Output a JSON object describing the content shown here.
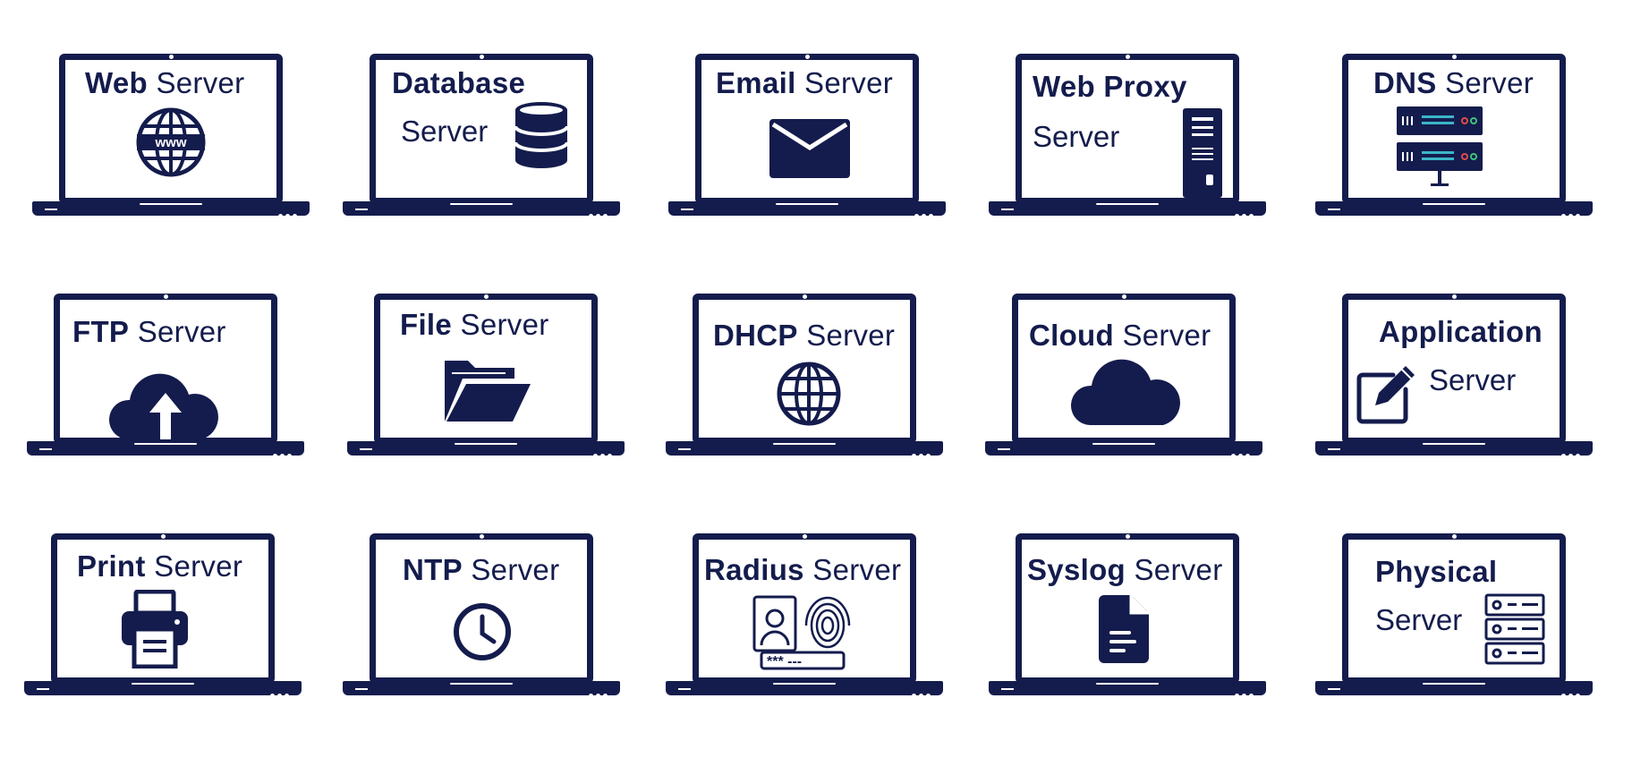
{
  "colors": {
    "primary": "#141c4d",
    "accent_teal": "#3bb6c8",
    "accent_red": "#e04a4a",
    "accent_green": "#3cc47c"
  },
  "servers": [
    {
      "bold": "Web",
      "light": "Server",
      "sub": "",
      "icon": "globe-www-icon"
    },
    {
      "bold": "Database",
      "light": "",
      "sub": "Server",
      "icon": "database-icon"
    },
    {
      "bold": "Email",
      "light": "Server",
      "sub": "",
      "icon": "envelope-icon"
    },
    {
      "bold": "Web Proxy",
      "light": "",
      "sub": "Server",
      "icon": "server-tower-icon"
    },
    {
      "bold": "DNS",
      "light": "Server",
      "sub": "",
      "icon": "server-rack-icon"
    },
    {
      "bold": "FTP",
      "light": "Server",
      "sub": "",
      "icon": "cloud-upload-icon"
    },
    {
      "bold": "File",
      "light": "Server",
      "sub": "",
      "icon": "folder-open-icon"
    },
    {
      "bold": "DHCP",
      "light": "Server",
      "sub": "",
      "icon": "globe-icon"
    },
    {
      "bold": "Cloud",
      "light": "Server",
      "sub": "",
      "icon": "cloud-icon"
    },
    {
      "bold": "Application",
      "light": "",
      "sub": "Server",
      "icon": "edit-icon"
    },
    {
      "bold": "Print",
      "light": "Server",
      "sub": "",
      "icon": "printer-icon"
    },
    {
      "bold": "NTP",
      "light": "Server",
      "sub": "",
      "icon": "clock-icon"
    },
    {
      "bold": "Radius",
      "light": "Server",
      "sub": "",
      "icon": "fingerprint-id-icon"
    },
    {
      "bold": "Syslog",
      "light": "Server",
      "sub": "",
      "icon": "document-icon"
    },
    {
      "bold": "Physical",
      "light": "",
      "sub": "Server",
      "icon": "server-stack-icon"
    }
  ],
  "labels": {
    "www": "www",
    "password": "*** ---"
  }
}
